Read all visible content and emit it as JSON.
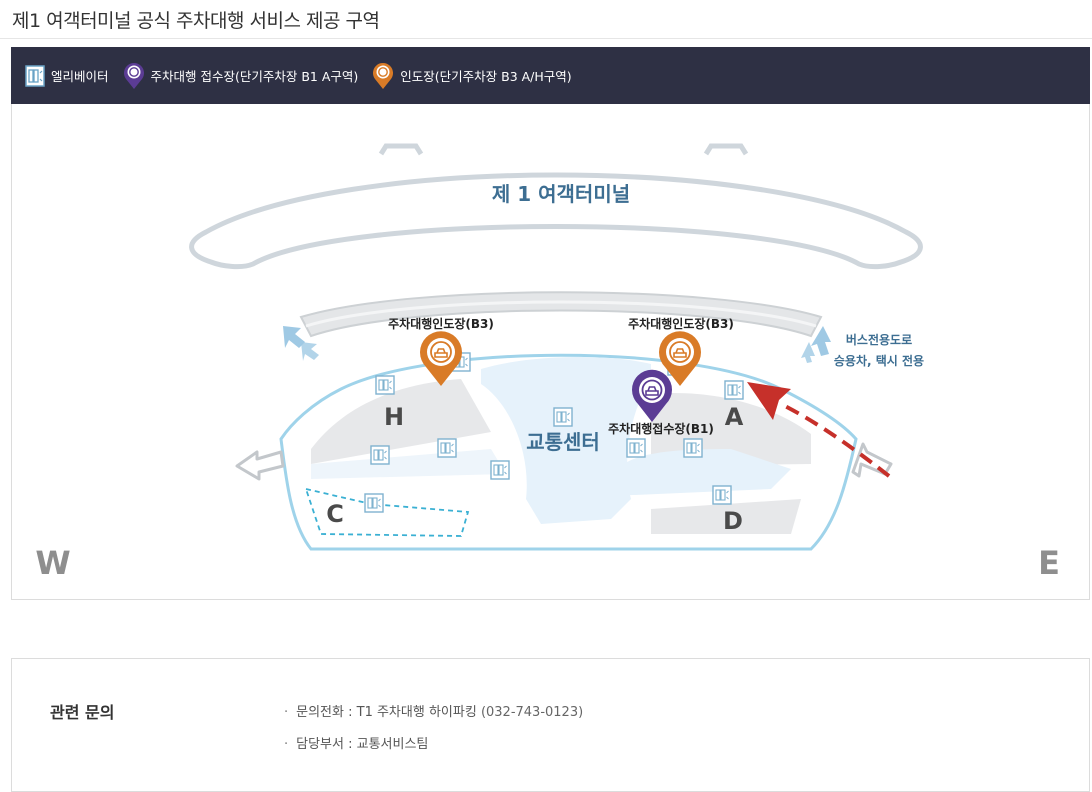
{
  "page": {
    "title": "제1 여객터미널 공식 주차대행 서비스 제공 구역"
  },
  "legend": {
    "elevator": "엘리베이터",
    "reception": "주차대행 접수장(단기주차장 B1 A구역)",
    "delivery": "인도장(단기주차장 B3 A/H구역)"
  },
  "map": {
    "terminal_label": "제 1 여객터미널",
    "transport_center": "교통센터",
    "delivery_left": "주차대행인도장(B3)",
    "delivery_right": "주차대행인도장(B3)",
    "reception": "주차대행접수장(B1)",
    "bus_road_line1": "버스전용도로",
    "bus_road_line2": "승용차, 택시 전용",
    "zones": {
      "H": "H",
      "A": "A",
      "C": "C",
      "D": "D"
    },
    "west": "W",
    "east": "E",
    "colors": {
      "delivery_pin": "#d97b27",
      "reception_pin": "#5b3c94",
      "route_arrow": "#c6302a",
      "outline": "#9fd3ea",
      "label_blue": "#3d6e92"
    }
  },
  "contact": {
    "heading": "관련 문의",
    "phone_label": "문의전화 : T1 주차대행 하이파킹",
    "phone_number": "(032-743-0123)",
    "dept_label": "담당부서 : 교통서비스팀"
  }
}
